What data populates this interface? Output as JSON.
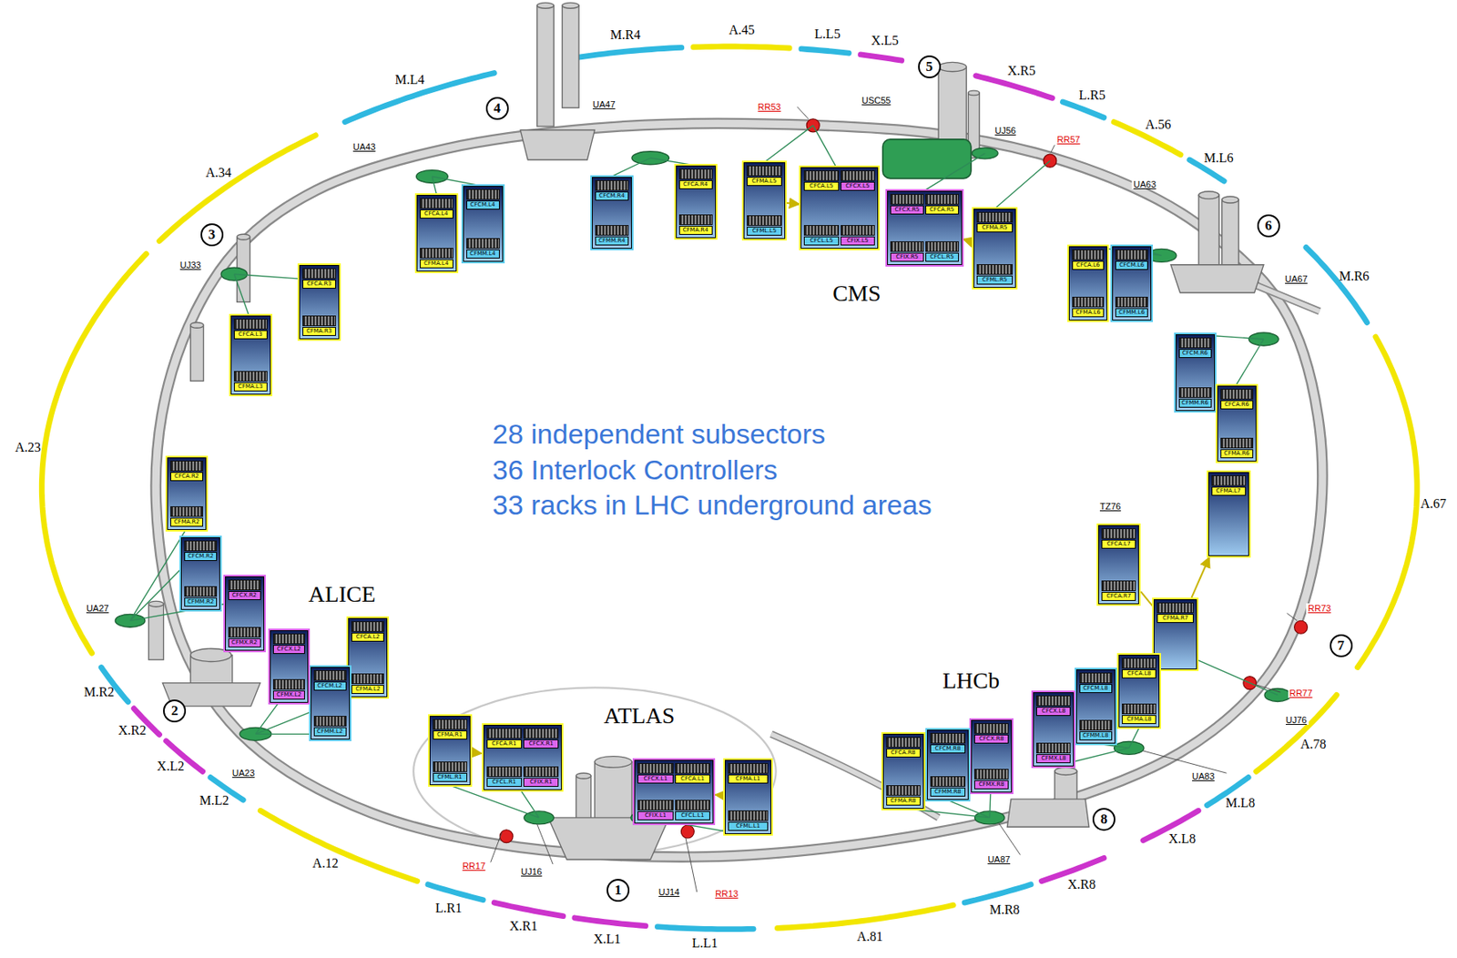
{
  "diagram": {
    "nodes": [
      {
        "text": [
          "1"
        ]
      },
      {
        "text": [
          "2"
        ]
      },
      {
        "text": [
          "3"
        ]
      },
      {
        "text": [
          "4"
        ]
      },
      {
        "text": [
          "5"
        ]
      },
      {
        "text": [
          "6"
        ]
      },
      {
        "text": [
          "7"
        ]
      },
      {
        "text": [
          "8"
        ]
      },
      {
        "text": [
          "CFCA.R3",
          "CFMA.R3"
        ]
      },
      {
        "text": [
          "CFCA.L3",
          "CFMA.L3"
        ]
      },
      {
        "text": [
          "CFCA.L4",
          "CFMA.L4"
        ]
      },
      {
        "text": [
          "CFCM.L4",
          "CFMM.L4"
        ]
      },
      {
        "text": [
          "CFCM.R4",
          "CFMM.R4"
        ]
      },
      {
        "text": [
          "CFCA.R4",
          "CFMA.R4"
        ]
      },
      {
        "text": [
          "CFMA.L5",
          "CFML.L5"
        ]
      },
      {
        "text": [
          "CFCA.L5",
          "CFCX.L5",
          "CFCL.L5",
          "CFIX.L5"
        ]
      },
      {
        "text": [
          "CFCX.R5",
          "CFCA.R5",
          "CFIX.R5",
          "CFCL.R5"
        ]
      },
      {
        "text": [
          "CFMA.R5",
          "CFML.R5"
        ]
      },
      {
        "text": [
          "CFCA.L6",
          "CFMA.L6"
        ]
      },
      {
        "text": [
          "CFCM.L6",
          "CFMM.L6"
        ]
      },
      {
        "text": [
          "CFCM.R6",
          "CFMM.R6"
        ]
      },
      {
        "text": [
          "CFCA.R6",
          "CFMA.R6"
        ]
      },
      {
        "text": [
          "CFMA.L7"
        ]
      },
      {
        "text": [
          "CFCA.L7",
          "CFCA.R7"
        ]
      },
      {
        "text": [
          "CFMA.R7"
        ]
      },
      {
        "text": [
          "CFCA.L8",
          "CFMA.L8"
        ]
      },
      {
        "text": [
          "CFCM.L8",
          "CFMM.L8"
        ]
      },
      {
        "text": [
          "CFCX.L8",
          "CFMX.L8"
        ]
      },
      {
        "text": [
          "CFCX.R8",
          "CFMX.R8"
        ]
      },
      {
        "text": [
          "CFCM.R8",
          "CFMM.R8"
        ]
      },
      {
        "text": [
          "CFCA.R8",
          "CFMA.R8"
        ]
      },
      {
        "text": [
          "CFCX.L1",
          "CFCA.L1",
          "CFIX.L1",
          "CFCL.L1"
        ]
      },
      {
        "text": [
          "CFMA.L1",
          "CFML.L1"
        ]
      },
      {
        "text": [
          "CFMA.R1",
          "CFML.R1"
        ]
      },
      {
        "text": [
          "CFCA.R1",
          "CFCX.R1",
          "CFCL.R1",
          "CFIX.R1"
        ]
      },
      {
        "text": [
          "CFCA.L2",
          "CFMA.L2"
        ]
      },
      {
        "text": [
          "CFCM.L2",
          "CFMM.L2"
        ]
      },
      {
        "text": [
          "CFCX.L2",
          "CFMX.L2"
        ]
      },
      {
        "text": [
          "CFCX.R2",
          "CFMX.R2"
        ]
      },
      {
        "text": [
          "CFCM.R2",
          "CFMM.R2"
        ]
      },
      {
        "text": [
          "CFCA.R2",
          "CFMA.R2"
        ]
      }
    ],
    "edges": [
      {
        "from": 14,
        "to": 15,
        "arrow": "to"
      },
      {
        "from": 17,
        "to": 16,
        "arrow": "to"
      },
      {
        "from": 33,
        "to": 34,
        "arrow": "to"
      },
      {
        "from": 32,
        "to": 31,
        "arrow": "to"
      },
      {
        "from": 23,
        "to": 24,
        "arrow": "none"
      },
      {
        "from": 24,
        "to": 22,
        "arrow": "to"
      }
    ],
    "labels": [
      "M.L4",
      "M.R4",
      "A.45",
      "L.L5",
      "X.L5",
      "X.R5",
      "L.R5",
      "A.56",
      "M.L6",
      "M.R6",
      "A.67",
      "A.78",
      "M.L8",
      "X.L8",
      "X.R8",
      "M.R8",
      "A.81",
      "L.L1",
      "X.L1",
      "X.R1",
      "L.R1",
      "A.12",
      "M.L2",
      "X.L2",
      "X.R2",
      "M.R2",
      "A.23",
      "A.34",
      "UA43",
      "UA47",
      "RR53",
      "USC55",
      "UJ56",
      "RR57",
      "UA63",
      "UA67",
      "UJ33",
      "UA27",
      "UA23",
      "RR17",
      "UJ16",
      "UJ14",
      "RR13",
      "UA87",
      "UA83",
      "UJ76",
      "RR73",
      "RR77",
      "TZ76",
      "ALICE",
      "ATLAS",
      "CMS",
      "LHCb",
      "28 independent subsectors",
      "36 Interlock Controllers",
      "33 racks in LHC underground areas"
    ]
  }
}
